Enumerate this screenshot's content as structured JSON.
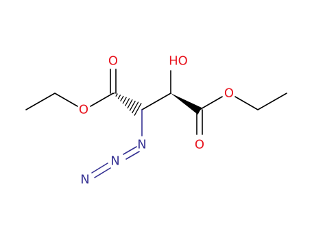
{
  "molecule": {
    "atoms": {
      "ester_o_left": {
        "label": "O",
        "color": "#e8141e"
      },
      "carbonyl_o_left": {
        "label": "O",
        "color": "#e8141e"
      },
      "hydroxyl": {
        "label": "HO",
        "color": "#e8141e"
      },
      "ester_o_right": {
        "label": "O",
        "color": "#e8141e"
      },
      "carbonyl_o_right": {
        "label": "O",
        "color": "#e8141e"
      },
      "azide_n1": {
        "label": "N",
        "color": "#343092"
      },
      "azide_n2": {
        "label": "N",
        "color": "#343092"
      },
      "azide_n3": {
        "label": "N",
        "color": "#343092"
      }
    }
  }
}
